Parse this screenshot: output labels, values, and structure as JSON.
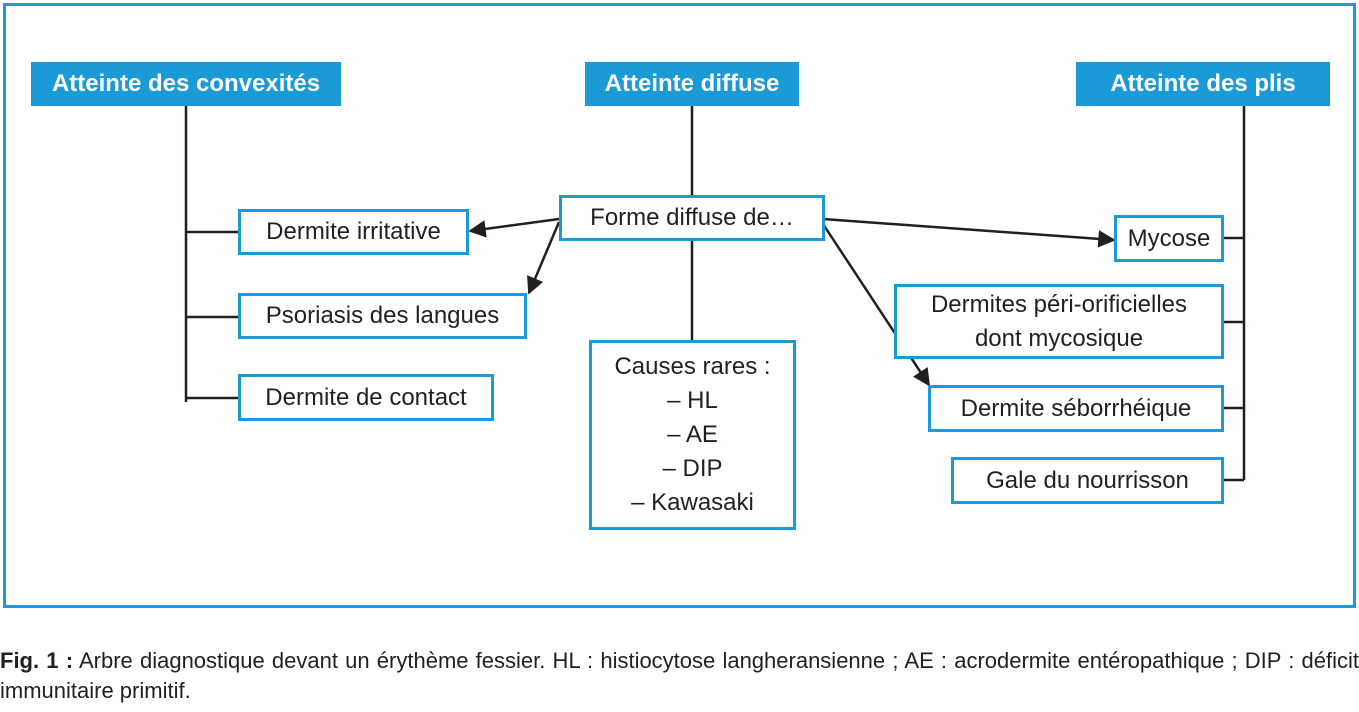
{
  "headers": {
    "convexites": "Atteinte des convexités",
    "diffuse": "Atteinte diffuse",
    "plis": "Atteinte des plis"
  },
  "center": {
    "forme_diffuse": "Forme diffuse de…",
    "causes_title": "Causes rares :",
    "causes": [
      "– HL",
      "– AE",
      "– DIP",
      "– Kawasaki"
    ]
  },
  "left_items": [
    "Dermite irritative",
    "Psoriasis des langues",
    "Dermite de contact"
  ],
  "right_items": {
    "mycose": "Mycose",
    "peri_line1": "Dermites péri-orificielles",
    "peri_line2": "dont mycosique",
    "seborrheique": "Dermite séborrhéique",
    "gale": "Gale du nourrisson"
  },
  "caption": {
    "label": "Fig. 1 :",
    "text": "Arbre diagnostique devant un érythème fessier. HL : histiocytose langheransienne ; AE : acrodermite entéropathique ; DIP : déficit immunitaire primitif."
  },
  "colors": {
    "accent": "#1a9ad6",
    "line": "#231f20"
  }
}
